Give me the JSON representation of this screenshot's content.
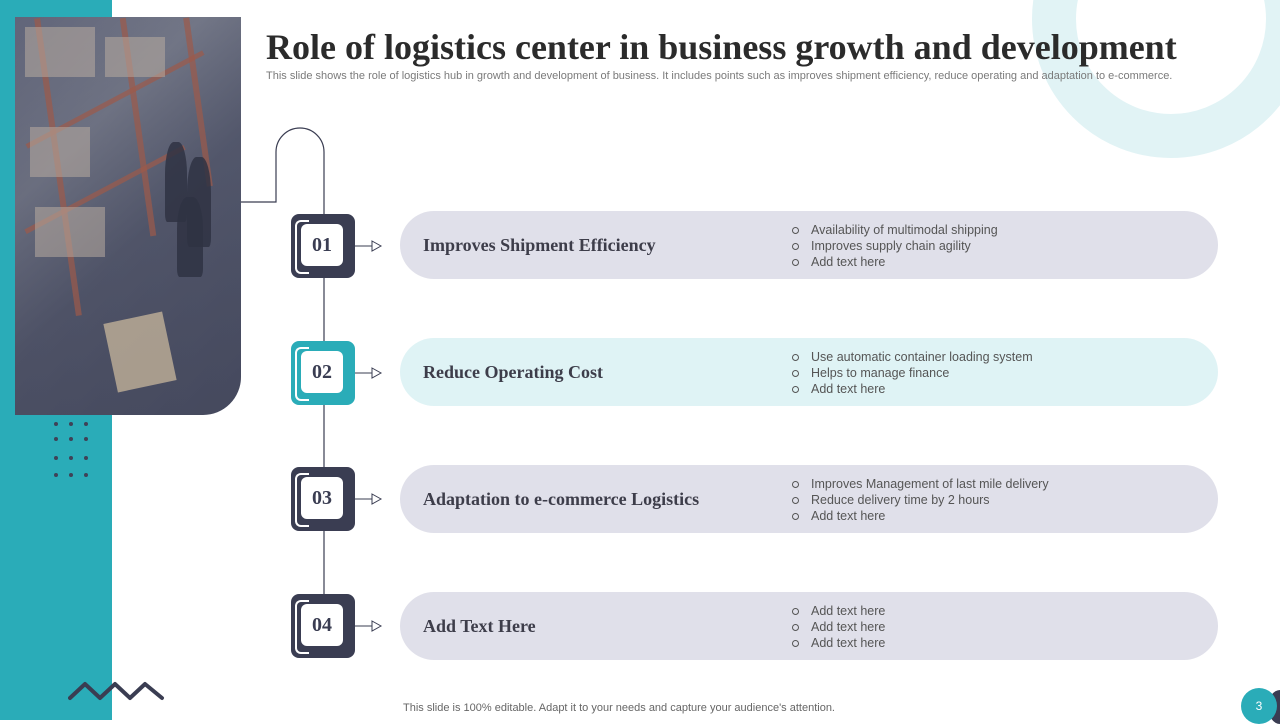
{
  "slide": {
    "title": "Role of logistics center in business growth and development",
    "subtitle": "This slide shows the role of logistics hub in growth and development of business. It includes points such as improves shipment efficiency, reduce operating and adaptation to e-commerce.",
    "footer": "This slide is 100% editable. Adapt it to your needs and capture your audience's attention.",
    "page_number": "3"
  },
  "colors": {
    "teal": "#2aacb8",
    "navy": "#3a3d52",
    "pill_gray": "#e0e0ea",
    "pill_teal": "#dff3f5"
  },
  "items": [
    {
      "number": "01",
      "heading": "Improves Shipment Efficiency",
      "bullets": [
        "Availability of multimodal shipping",
        "Improves  supply chain agility",
        "Add text here"
      ]
    },
    {
      "number": "02",
      "heading": "Reduce Operating Cost",
      "bullets": [
        "Use automatic container loading system",
        "Helps to manage finance",
        "Add text here"
      ]
    },
    {
      "number": "03",
      "heading": "Adaptation to e-commerce Logistics",
      "bullets": [
        "Improves  Management  of last mile delivery",
        "Reduce delivery  time by 2 hours",
        "Add text here"
      ]
    },
    {
      "number": "04",
      "heading": "Add Text Here",
      "bullets": [
        "Add text here",
        "Add text here",
        "Add text here"
      ]
    }
  ]
}
